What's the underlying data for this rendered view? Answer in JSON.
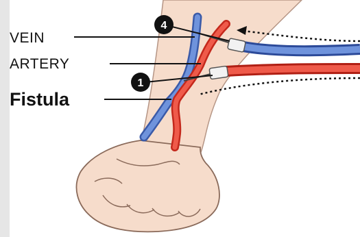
{
  "diagram": {
    "labels": {
      "vein": "VEIN",
      "artery": "ARTERY",
      "fistula": "Fistula"
    },
    "markers": {
      "top": "4",
      "bottom": "1"
    },
    "colors": {
      "vein": "#4f74c4",
      "artery": "#e8473a",
      "skin": "#f6dccb",
      "outline": "#8a6a5a",
      "marker": "#111111"
    },
    "icons": {
      "needle": "needle-icon",
      "flow_arrow": "dotted-arrow-icon"
    }
  }
}
